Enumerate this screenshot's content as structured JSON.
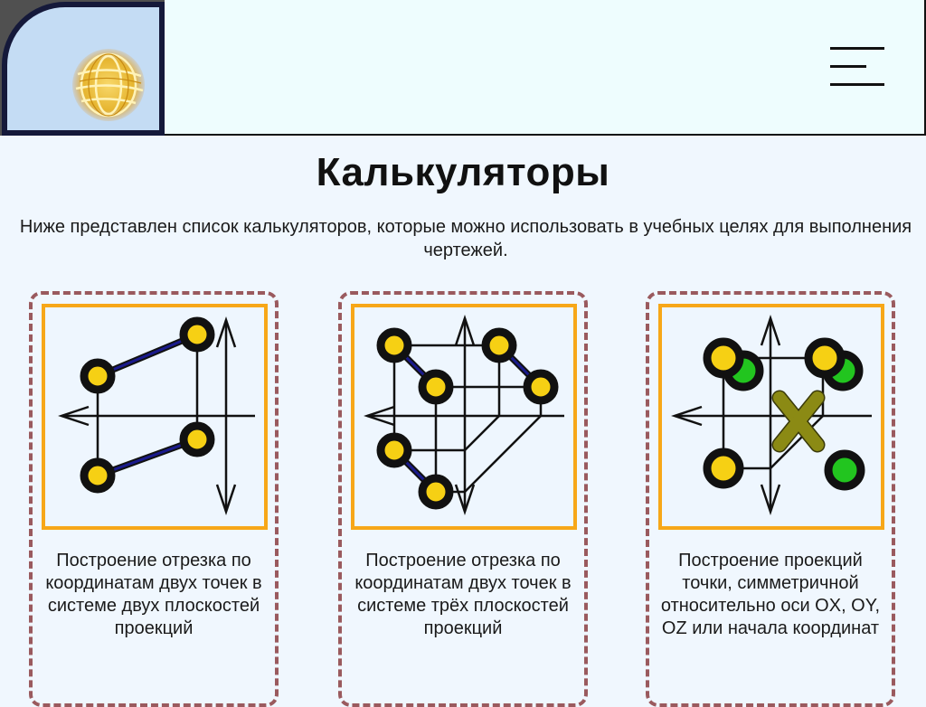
{
  "header": {
    "logo_icon": "wireframe-globe-icon",
    "menu_icon": "hamburger-menu-icon"
  },
  "page": {
    "title": "Калькуляторы",
    "subtitle": "Ниже представлен список калькуляторов, которые можно использовать в учебных целях для выполнения чертежей."
  },
  "cards": [
    {
      "caption": "Построение отрезка по координатам двух точек в системе двух плоскостей проекций",
      "icon": "two-plane-segment-diagram-icon"
    },
    {
      "caption": "Построение отрезка по координатам двух точек в системе трёх плоскостей проекций",
      "icon": "three-plane-segment-diagram-icon"
    },
    {
      "caption": "Построение проекций точки, симметричной относительно оси OX, OY, OZ или начала координат",
      "icon": "symmetric-point-diagram-icon"
    }
  ],
  "colors": {
    "background": "#f0f7fe",
    "header_bg": "#eefdfe",
    "card_border": "#9a5a5e",
    "image_border": "#f7a718",
    "point_fill": "#f6d014",
    "point_alt_fill": "#22c51f",
    "segment": "#1a1a8c",
    "cross": "#8b8a14"
  }
}
